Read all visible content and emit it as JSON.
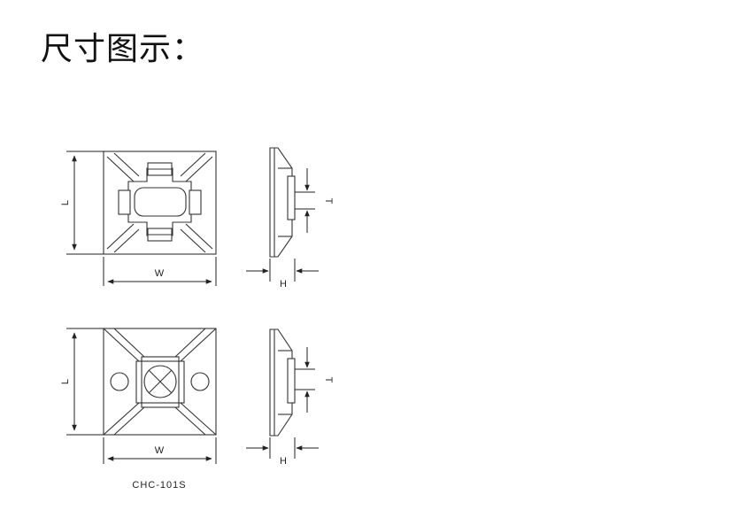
{
  "header": {
    "title": "尺寸图示："
  },
  "figures": [
    {
      "id": "top",
      "labels": {
        "length": "L",
        "width": "W",
        "height": "H",
        "thickness": "T"
      }
    },
    {
      "id": "bottom",
      "labels": {
        "length": "L",
        "width": "W",
        "height": "H",
        "thickness": "T"
      },
      "caption": "CHC-101S"
    }
  ]
}
